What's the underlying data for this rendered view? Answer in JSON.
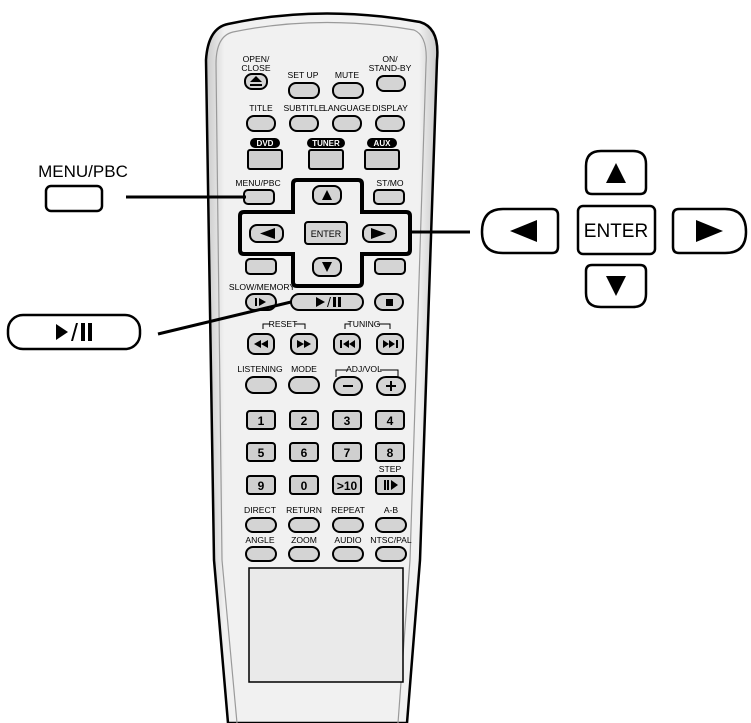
{
  "callouts": {
    "menu_pbc": "MENU/PBC",
    "enter": "ENTER"
  },
  "remote": {
    "open_close_l1": "OPEN/",
    "open_close_l2": "CLOSE",
    "set_up": "SET UP",
    "mute": "MUTE",
    "on_l1": "ON/",
    "on_l2": "STAND-BY",
    "title": "TITLE",
    "subtitle": "SUBTITLE",
    "language": "LANGUAGE",
    "display": "DISPLAY",
    "dvd": "DVD",
    "tuner": "TUNER",
    "aux": "AUX",
    "menu_pbc": "MENU/PBC",
    "st_mo": "ST/MO",
    "enter": "ENTER",
    "slow_memory": "SLOW/MEMORY",
    "reset": "RESET",
    "tuning": "TUNING",
    "listening": "LISTENING",
    "mode": "MODE",
    "adj_vol": "ADJ/VOL",
    "step": "STEP",
    "direct": "DIRECT",
    "return": "RETURN",
    "repeat": "REPEAT",
    "a_b": "A-B",
    "angle": "ANGLE",
    "zoom": "ZOOM",
    "audio": "AUDIO",
    "ntsc_pal": "NTSC/PAL",
    "digits": [
      "1",
      "2",
      "3",
      "4",
      "5",
      "6",
      "7",
      "8",
      "9",
      "0",
      ">10"
    ]
  },
  "colors": {
    "body": "#eeeeee",
    "button": "#d4d4d4",
    "outline": "#000000"
  }
}
